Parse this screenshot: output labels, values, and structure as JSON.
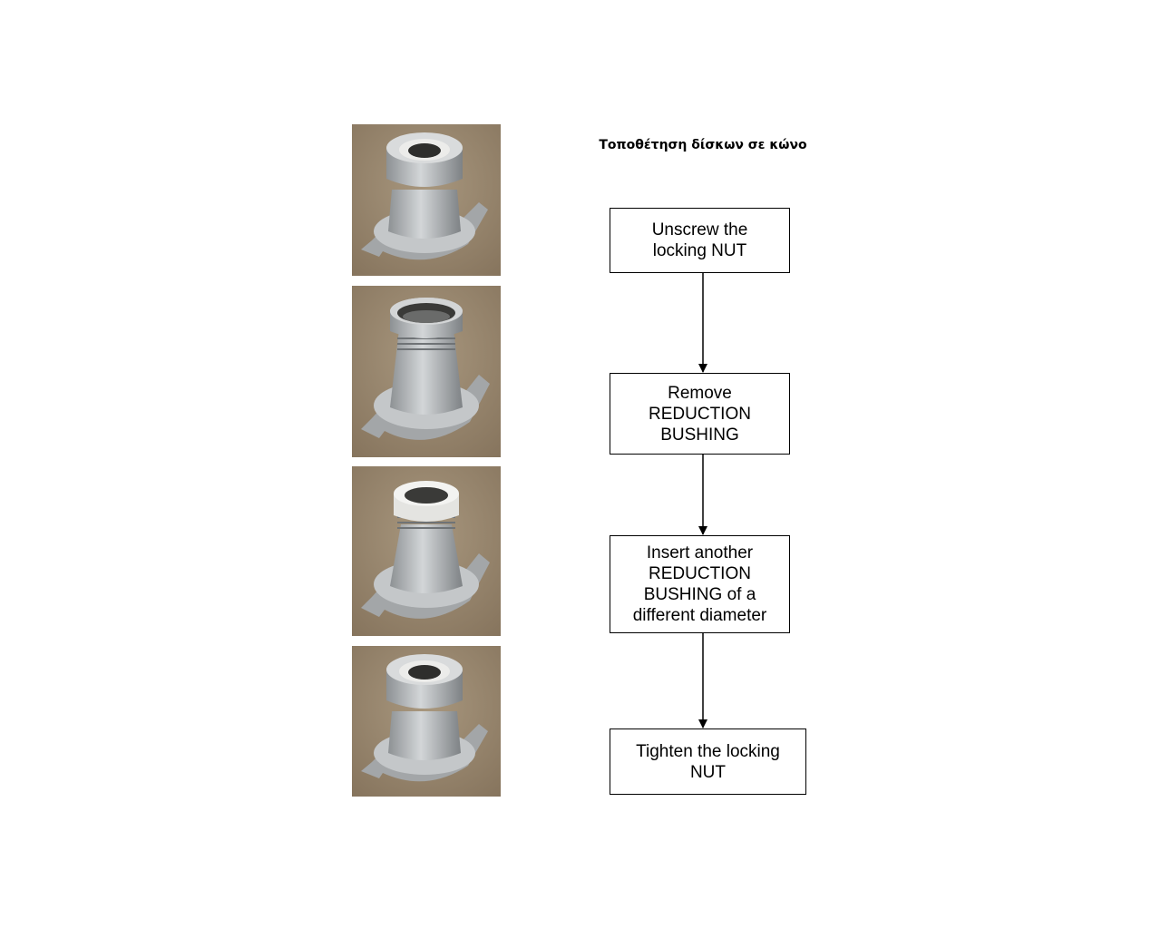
{
  "title": "Τοποθέτηση δίσκων σε κώνο",
  "steps": [
    {
      "label": "Unscrew the\nlocking NUT"
    },
    {
      "label": "Remove\nREDUCTION\nBUSHING"
    },
    {
      "label": "Insert another\nREDUCTION\nBUSHING of a\ndifferent diameter"
    },
    {
      "label": "Tighten the locking\nNUT"
    }
  ],
  "photos": [
    {
      "subject": "cone with locking nut and reduction bushing",
      "icon": "meat-mincer-cone-photo"
    },
    {
      "subject": "cone with threaded end, no bushing",
      "icon": "meat-mincer-cone-photo"
    },
    {
      "subject": "cone with new white reduction bushing",
      "icon": "meat-mincer-cone-photo"
    },
    {
      "subject": "cone with locking nut tightened",
      "icon": "meat-mincer-cone-photo"
    }
  ],
  "colors": {
    "photo_background": "#9c8b74",
    "metal": "#b9bcbe",
    "bushing": "#e9e9e6",
    "stroke": "#000000"
  }
}
